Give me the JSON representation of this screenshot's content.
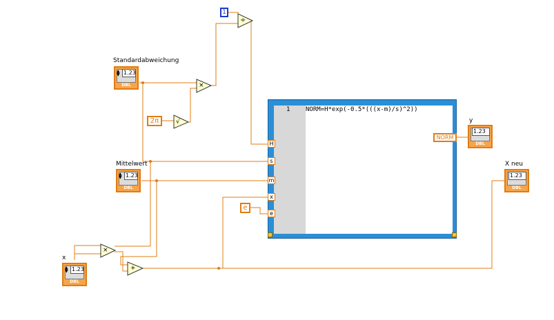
{
  "labels": {
    "standardabweichung": "Standardabweichung",
    "mittelwert": "Mittelwert",
    "x": "x",
    "y": "y",
    "x_neu": "X neu"
  },
  "terminals": {
    "num": "1.23",
    "dbl": "DBL"
  },
  "constants": {
    "one": "1",
    "two_pi": "2π",
    "e": "e"
  },
  "operators": {
    "divide": "÷",
    "multiply": "×",
    "sqrt": "√",
    "add": "+"
  },
  "formula_node": {
    "line_number": "1",
    "expression": "NORM=H*exp(-0.5*(((x-m)/s)^2))",
    "inputs": [
      "H",
      "s",
      "m",
      "x",
      "e"
    ],
    "output": "NORM"
  },
  "colors": {
    "wire": "#e07c10",
    "formula_border": "#2a8fd6",
    "numeric_const_blue": "#1a3acc"
  }
}
